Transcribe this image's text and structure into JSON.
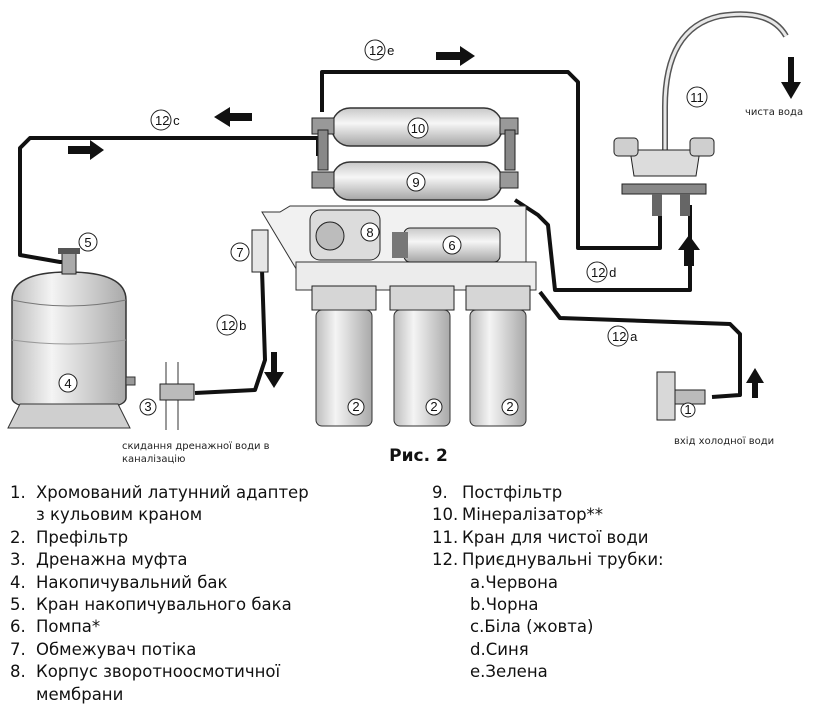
{
  "figure": {
    "title": "Рис. 2",
    "callouts": {
      "n1": "1",
      "n2": "2",
      "n3": "3",
      "n4": "4",
      "n5": "5",
      "n6": "6",
      "n7": "7",
      "n8": "8",
      "n9": "9",
      "n10": "10",
      "n11": "11"
    },
    "tubes": {
      "a": "12 a",
      "b": "12 b",
      "c": "12 c",
      "d": "12 d",
      "e": "12 e"
    },
    "notes": {
      "clean_water": "чиста вода",
      "cold_water_in": "вхід холодної води",
      "drain_line1": "скидання дренажної води в",
      "drain_line2": "каналізацію"
    }
  },
  "legend": {
    "left": [
      {
        "num": "1.",
        "text": "Хромований латунний адаптер",
        "cont": "з кульовим краном"
      },
      {
        "num": "2.",
        "text": "Префільтр"
      },
      {
        "num": "3.",
        "text": "Дренажна муфта"
      },
      {
        "num": "4.",
        "text": "Накопичувальний бак"
      },
      {
        "num": "5.",
        "text": "Кран накопичувального бака"
      },
      {
        "num": "6.",
        "text": "Помпа*"
      },
      {
        "num": "7.",
        "text": "Обмежувач потіка"
      },
      {
        "num": "8.",
        "text": "Корпус зворотноосмотичної",
        "cont": "мембрани"
      }
    ],
    "right": [
      {
        "num": "9.",
        "text": "Постфільтр"
      },
      {
        "num": "10.",
        "text": "Мінералізатор**"
      },
      {
        "num": "11.",
        "text": "Кран для чистої води"
      },
      {
        "num": "12.",
        "text": "Приєднувальні трубки:"
      }
    ],
    "tube_colors": [
      "a.Червона",
      "b.Чорна",
      "c.Біла (жовта)",
      "d.Синя",
      "e.Зелена"
    ]
  }
}
